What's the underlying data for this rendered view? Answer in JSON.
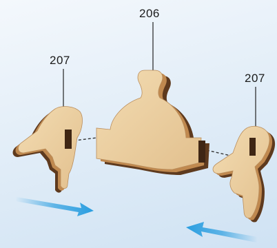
{
  "labels": {
    "center_part": "206",
    "left_part": "207",
    "right_part": "207"
  },
  "colors": {
    "wood_face": "#ecd3a7",
    "wood_edge_light": "#c0894f",
    "wood_edge_dark": "#5e3a1e",
    "arrow": "#2a9ee0",
    "background": "#dce9f5"
  }
}
